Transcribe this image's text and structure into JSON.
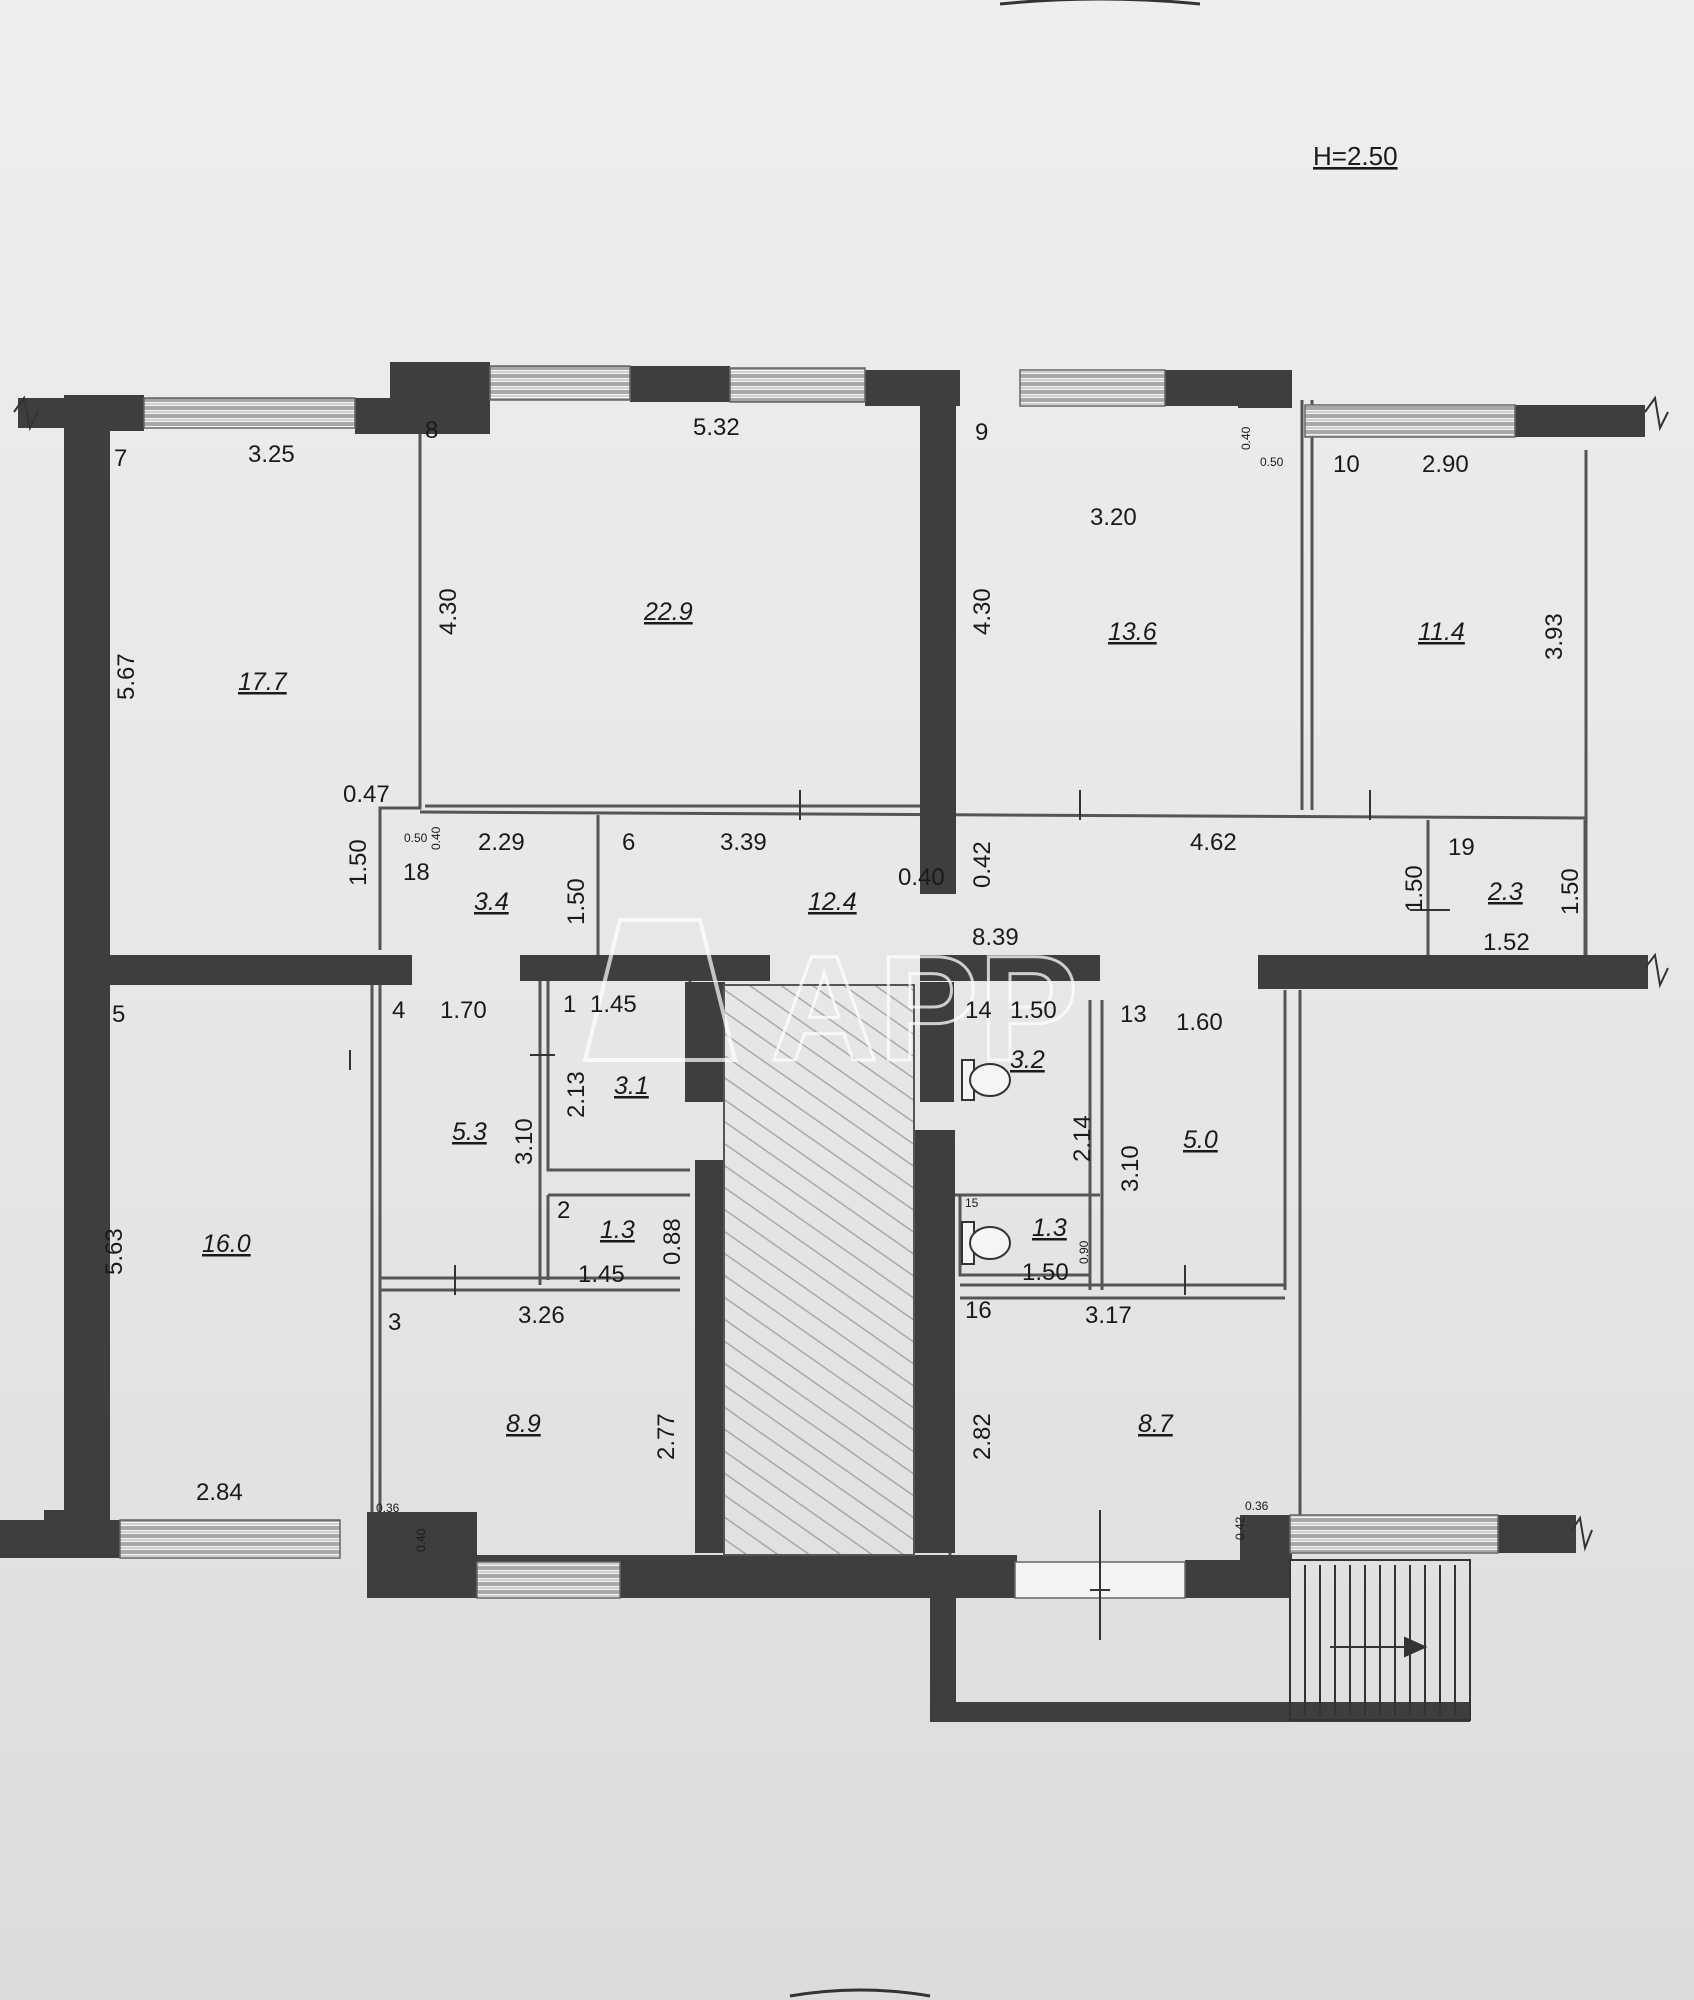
{
  "height_label": "H=2.50",
  "watermark": "APP",
  "rooms": [
    {
      "num": "7",
      "area": "17.7"
    },
    {
      "num": "8",
      "area": "22.9"
    },
    {
      "num": "9",
      "area": "13.6"
    },
    {
      "num": "10",
      "area": "11.4"
    },
    {
      "num": "5",
      "area": "16.0"
    },
    {
      "num": "18",
      "area": "3.4"
    },
    {
      "num": "6",
      "area": "12.4"
    },
    {
      "num": "19",
      "area": "2.3"
    },
    {
      "num": "4",
      "area": "5.3"
    },
    {
      "num": "1",
      "area": "3.1"
    },
    {
      "num": "2",
      "area": "1.3"
    },
    {
      "num": "14",
      "area": "3.2"
    },
    {
      "num": "13",
      "area": "5.0"
    },
    {
      "num": "15",
      "area": "1.3"
    },
    {
      "num": "3",
      "area": "8.9"
    },
    {
      "num": "16",
      "area": "8.7"
    }
  ],
  "dimensions": [
    "3.25",
    "5.32",
    "3.20",
    "2.90",
    "5.67",
    "4.30",
    "4.30",
    "3.93",
    "0.47",
    "2.29",
    "3.39",
    "4.62",
    "1.50",
    "1.50",
    "1.50",
    "1.50",
    "0.40",
    "0.42",
    "1.52",
    "8.39",
    "1.70",
    "1.45",
    "1.50",
    "1.60",
    "3.10",
    "2.13",
    "2.14",
    "3.10",
    "5.63",
    "0.88",
    "1.45",
    "0.90",
    "1.50",
    "3.26",
    "3.17",
    "2.77",
    "2.82",
    "2.84"
  ],
  "small_marks": [
    "0.40",
    "0.50",
    "0.50",
    "0.40",
    "0.36",
    "0.40",
    "0.36",
    "0.42"
  ]
}
